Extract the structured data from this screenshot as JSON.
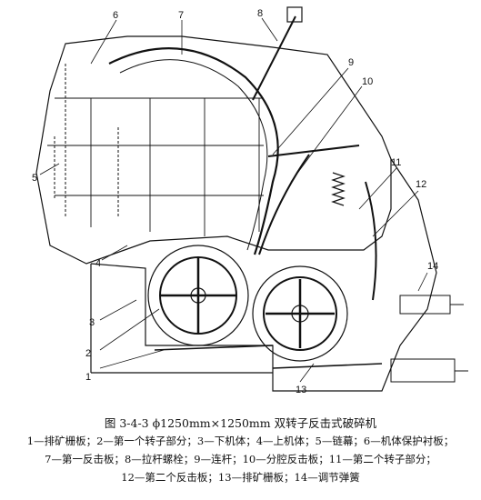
{
  "figure": {
    "title": "图 3-4-3   ϕ1250mm×1250mm 双转子反击式破碎机",
    "callouts": [
      "1",
      "2",
      "3",
      "4",
      "5",
      "6",
      "7",
      "8",
      "9",
      "10",
      "11",
      "12",
      "13",
      "14"
    ],
    "legend_lines": [
      "1—排矿栅板；2—第一个转子部分；3—下机体；4—上机体；5—链幕；6—机体保护衬板；",
      "7—第一反击板；8—拉杆螺栓；9—连杆；10—分腔反击板；11—第二个转子部分；",
      "12—第二个反击板；13—排矿栅板；14—调节弹簧"
    ]
  }
}
